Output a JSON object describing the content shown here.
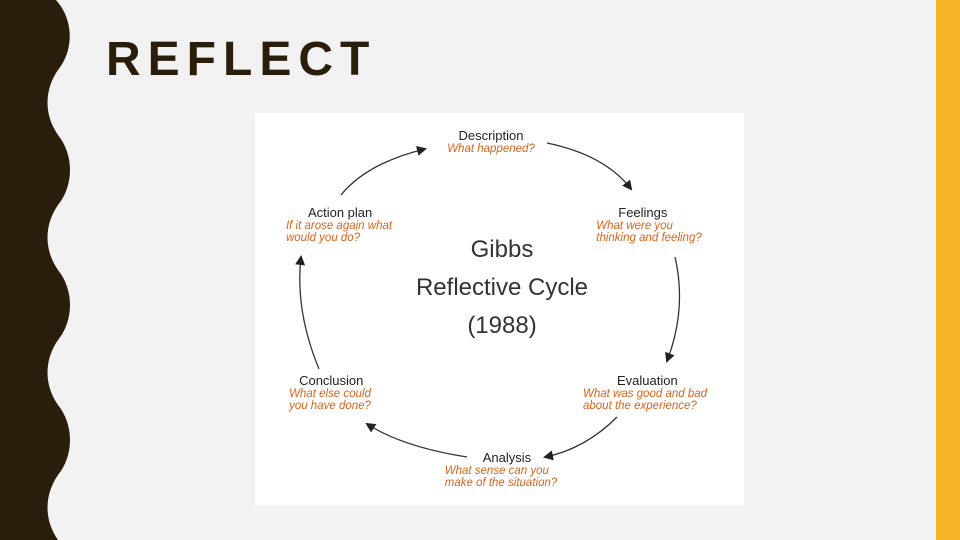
{
  "slide": {
    "title": "REFLECT",
    "colors": {
      "background": "#f2f2f2",
      "left_band": "#2b1d0b",
      "right_bar": "#f6b428",
      "question_text": "#d9631a"
    }
  },
  "diagram": {
    "center_title": {
      "line1": "Gibbs",
      "line2": "Reflective Cycle",
      "line3": "(1988)"
    },
    "stages": [
      {
        "id": "description",
        "title": "Description",
        "question_lines": [
          "What happened?"
        ]
      },
      {
        "id": "feelings",
        "title": "Feelings",
        "question_lines": [
          "What were you",
          "thinking and feeling?"
        ]
      },
      {
        "id": "evaluation",
        "title": "Evaluation",
        "question_lines": [
          "What was good and bad",
          "about the experience?"
        ]
      },
      {
        "id": "analysis",
        "title": "Analysis",
        "question_lines": [
          "What sense can you",
          "make of the situation?"
        ]
      },
      {
        "id": "conclusion",
        "title": "Conclusion",
        "question_lines": [
          "What else could",
          "you have done?"
        ]
      },
      {
        "id": "action-plan",
        "title": "Action plan",
        "question_lines": [
          "If it arose again what",
          "would you do?"
        ]
      }
    ]
  }
}
